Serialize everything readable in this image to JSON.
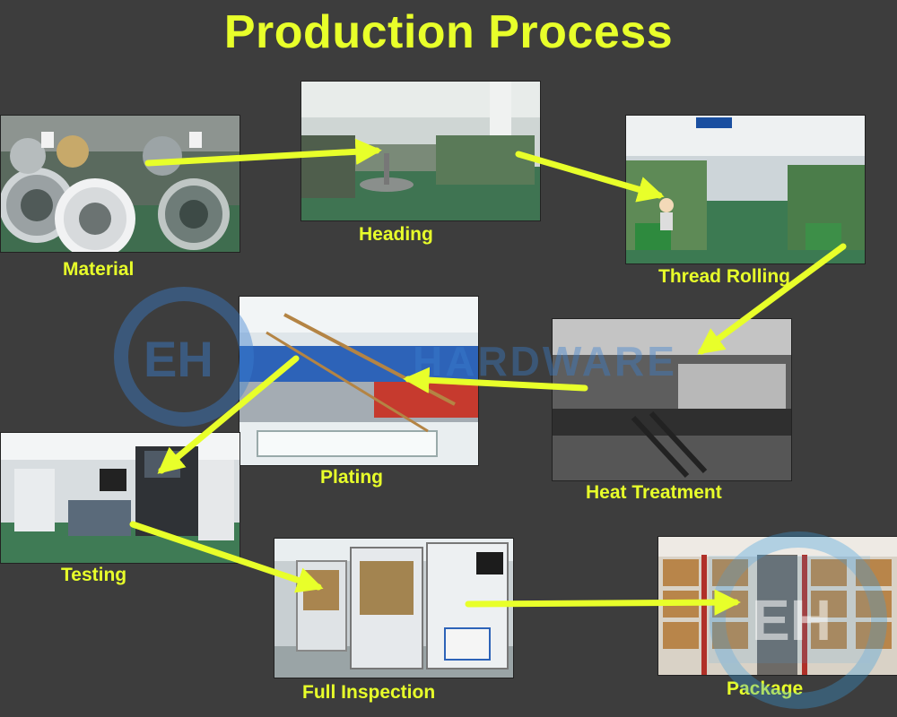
{
  "title": "Production Process",
  "colors": {
    "accent": "#e8ff2a",
    "background": "#3d3d3d",
    "watermark": "#3a7fd0"
  },
  "watermark": {
    "logo_text": "EH",
    "brand_text": "HARDWARE"
  },
  "steps": [
    {
      "label": "Material"
    },
    {
      "label": "Heading"
    },
    {
      "label": "Thread Rolling"
    },
    {
      "label": "Heat Treatment"
    },
    {
      "label": "Plating"
    },
    {
      "label": "Testing"
    },
    {
      "label": "Full Inspection"
    },
    {
      "label": "Package"
    }
  ]
}
